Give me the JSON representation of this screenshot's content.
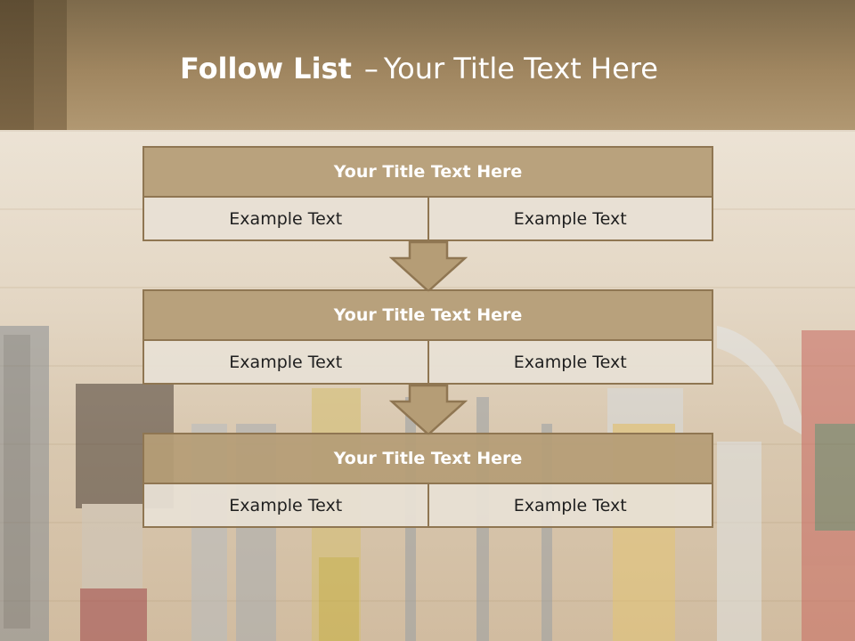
{
  "header": {
    "title_bold": "Follow List",
    "title_dash": "–",
    "title_rest": "Your Title Text Here"
  },
  "steps": [
    {
      "title": "Your Title Text Here",
      "cells": [
        "Example Text",
        "Example Text"
      ]
    },
    {
      "title": "Your Title Text Here",
      "cells": [
        "Example Text",
        "Example Text"
      ]
    },
    {
      "title": "Your Title Text Here",
      "cells": [
        "Example Text",
        "Example Text"
      ]
    }
  ],
  "colors": {
    "header": "#a08660",
    "box_title": "#b59d76",
    "box_body": "#e8e0d5",
    "border": "#8f7652"
  },
  "icons": [
    "down-arrow-icon",
    "down-arrow-icon"
  ]
}
